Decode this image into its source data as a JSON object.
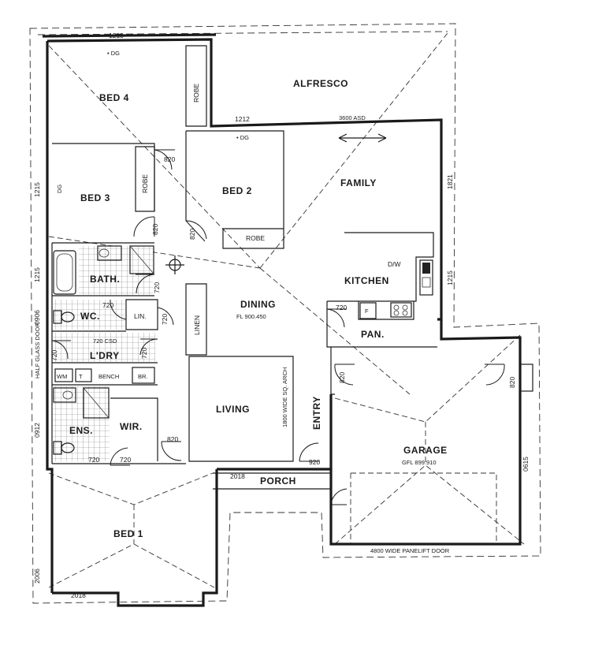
{
  "rooms": {
    "bed4": "BED 4",
    "alfresco": "ALFRESCO",
    "bed3": "BED 3",
    "bed2": "BED 2",
    "family": "FAMILY",
    "kitchen": "KITCHEN",
    "bath": "BATH.",
    "wc": "WC.",
    "lin": "LIN.",
    "dining": "DINING",
    "laundry": "L'DRY",
    "pantry": "PAN.",
    "linen": "LINEN",
    "ens": "ENS.",
    "wir": "WIR.",
    "living": "LIVING",
    "entry": "ENTRY",
    "garage": "GARAGE",
    "porch": "PORCH",
    "bed1": "BED 1"
  },
  "fixtures": {
    "robe_bed4": "ROBE",
    "robe_bed3": "ROBE",
    "robe_bed2": "ROBE",
    "dw": "D/W",
    "bench": "BENCH",
    "br": "BR.",
    "wm": "WM",
    "tub": "T",
    "fridge": "F"
  },
  "notes": {
    "dg_bed4": "• DG",
    "dg_bed3": "DG",
    "dg_bed2": "• DG",
    "sliding_door": "3600 ASD",
    "dining_fl": "FL 900.450",
    "laundry_csd": "720 CSD",
    "arch": "1800 WIDE SQ. ARCH",
    "garage_fl": "GFL 899.910",
    "panelift": "4800 WIDE PANELIFT DOOR",
    "half_glass_door": "HALF GLASS DOOR"
  },
  "dimensions": {
    "top_1218": "1218",
    "mid_1212": "1212",
    "left_1215_a": "1215",
    "left_1215_b": "1215",
    "left_0906": "0906",
    "left_0912": "0912",
    "left_2006": "2006",
    "bottom_2018": "2018",
    "porch_2018": "2018",
    "right_1821": "1821",
    "right_1215": "1215",
    "right_0615": "0615",
    "door_820_bed4": "820",
    "door_820_bed3": "820",
    "door_820_bed2": "820",
    "door_820_wir": "820",
    "door_820_garage": "820",
    "door_820_entry": "820",
    "door_920_entry": "920",
    "door_720_bath": "720",
    "door_720_wc": "720",
    "door_720_lin": "720",
    "door_720_laundry": "720",
    "door_720_ens": "720",
    "door_720_wir": "720",
    "door_720_pantry": "720",
    "door_720_ldry_side": "720"
  }
}
